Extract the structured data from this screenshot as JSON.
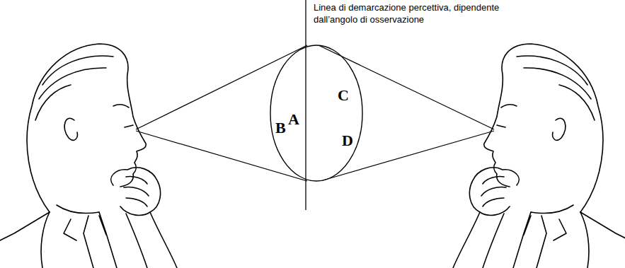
{
  "diagram": {
    "nodes": [
      {
        "text": [
          "A",
          "B",
          "C",
          "D"
        ]
      }
    ],
    "labels": [
      "Linea di demarcazione percettiva, dipendente dall’angolo di osservazione"
    ]
  }
}
